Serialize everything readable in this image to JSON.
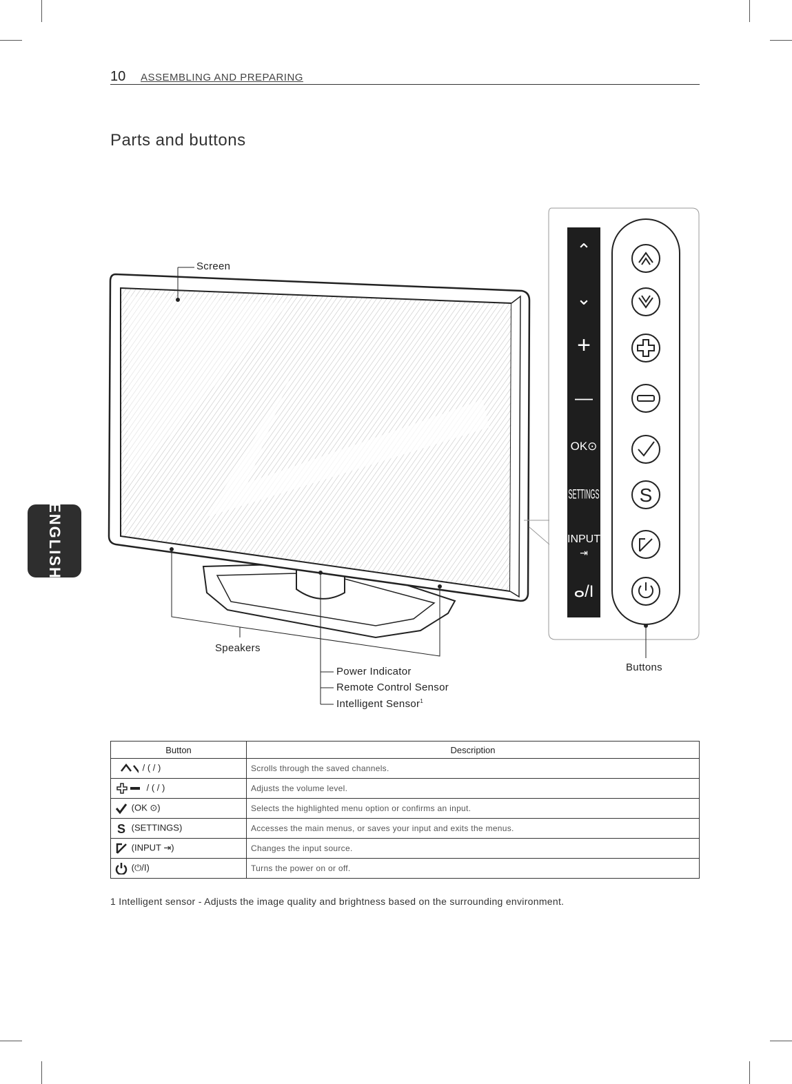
{
  "header": {
    "page_number": "10",
    "section": "ASSEMBLING AND PREPARING"
  },
  "title": "Parts and buttons",
  "side_tab": "ENGLISH",
  "labels": {
    "screen": "Screen",
    "speakers": "Speakers",
    "power_indicator": "Power Indicator",
    "remote_sensor": "Remote Control Sensor",
    "intelligent_sensor": "Intelligent Sensor",
    "intelligent_sup": "1",
    "buttons": "Buttons"
  },
  "strip": {
    "up": "^",
    "down": "v",
    "plus": "+",
    "minus": "—",
    "ok": "OK⊙",
    "settings": "SETTINGS",
    "input": "INPUT",
    "input_icon": "⇥",
    "power": "ⴰ/I"
  },
  "table": {
    "col_button": "Button",
    "col_description": "Description",
    "rows": [
      {
        "button": "/  ( / )",
        "icon": "up-down-icon",
        "description": "Scrolls through the saved channels."
      },
      {
        "button": "/  ( / )",
        "icon": "plus-minus-icon",
        "description": "Adjusts the volume level."
      },
      {
        "button": "(OK ⊙)",
        "icon": "check-icon",
        "description": "Selects the highlighted menu option or confirms an input."
      },
      {
        "button": "(SETTINGS)",
        "icon": "settings-icon",
        "description": "Accesses the main menus, or saves your input and exits the menus."
      },
      {
        "button": "(INPUT ⇥)",
        "icon": "input-icon",
        "description": "Changes the input source."
      },
      {
        "button": "(⏻/I)",
        "icon": "power-icon",
        "description": "Turns the power on or off."
      }
    ]
  },
  "footnote": "1 Intelligent sensor - Adjusts the image quality and brightness based on the surrounding environment."
}
